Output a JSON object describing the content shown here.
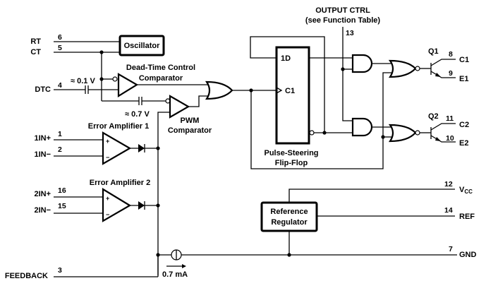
{
  "pins": {
    "rt": {
      "name": "RT",
      "number": "6"
    },
    "ct": {
      "name": "CT",
      "number": "5"
    },
    "dtc": {
      "name": "DTC",
      "number": "4"
    },
    "in1p": {
      "name": "1IN+",
      "number": "1"
    },
    "in1n": {
      "name": "1IN−",
      "number": "2"
    },
    "in2p": {
      "name": "2IN+",
      "number": "16"
    },
    "in2n": {
      "name": "2IN−",
      "number": "15"
    },
    "feedback": {
      "name": "FEEDBACK",
      "number": "3"
    },
    "c1": {
      "name": "C1",
      "number": "8"
    },
    "e1": {
      "name": "E1",
      "number": "9"
    },
    "c2": {
      "name": "C2",
      "number": "11"
    },
    "e2": {
      "name": "E2",
      "number": "10"
    },
    "vcc": {
      "name": "V",
      "sub": "CC",
      "number": "12"
    },
    "ref": {
      "name": "REF",
      "number": "14"
    },
    "gnd": {
      "name": "GND",
      "number": "7"
    },
    "output_ctrl": {
      "line1": "OUTPUT CTRL",
      "line2": "(see Function Table)",
      "number": "13"
    }
  },
  "blocks": {
    "oscillator": "Oscillator",
    "dtc_comparator": {
      "line1": "Dead-Time Control",
      "line2": "Comparator"
    },
    "pwm_comparator": {
      "line1": "PWM",
      "line2": "Comparator"
    },
    "error_amp1": "Error Amplifier 1",
    "error_amp2": "Error Amplifier 2",
    "flipflop": {
      "line1": "Pulse-Steering",
      "line2": "Flip-Flop",
      "d_input": "1D",
      "clock_input": "C1"
    },
    "ref_regulator": {
      "line1": "Reference",
      "line2": "Regulator"
    },
    "q1": "Q1",
    "q2": "Q2"
  },
  "annotations": {
    "offset_dtc": "≈ 0.1 V",
    "offset_pwm": "≈ 0.7 V",
    "current_source": "0.7 mA",
    "plus": "+",
    "minus": "−"
  }
}
